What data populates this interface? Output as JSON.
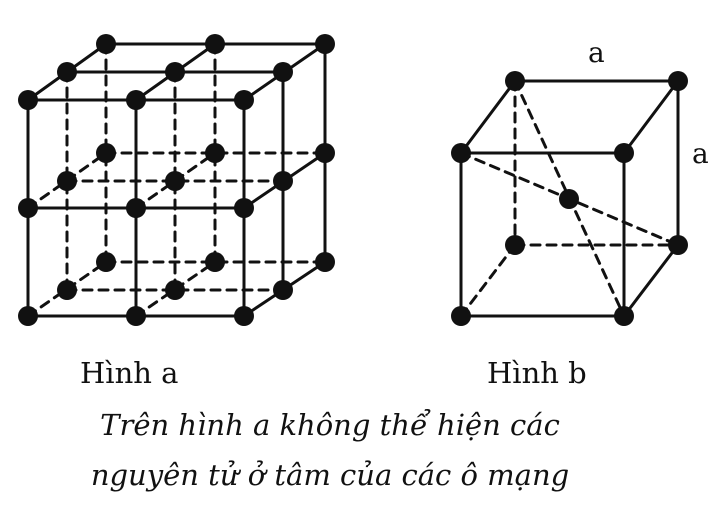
{
  "figure_a": {
    "label": "Hình a"
  },
  "figure_b": {
    "label": "Hình b",
    "edge_label_top": "a",
    "edge_label_side": "a"
  },
  "caption": {
    "line1": "Trên hình a không thể hiện các",
    "line2": "nguyên tử ở tâm của các ô mạng"
  },
  "colors": {
    "ink": "#111111",
    "background": "#ffffff"
  }
}
